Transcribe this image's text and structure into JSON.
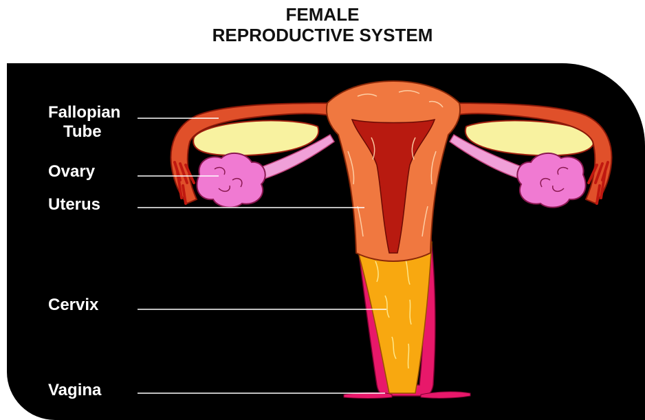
{
  "title": {
    "line1": "FEMALE",
    "line2": "REPRODUCTIVE SYSTEM"
  },
  "labels": {
    "fallopian_line1": "Fallopian",
    "fallopian_line2": "Tube",
    "ovary": "Ovary",
    "uterus": "Uterus",
    "cervix": "Cervix",
    "vagina": "Vagina"
  },
  "colors": {
    "background": "#000000",
    "text": "#ffffff",
    "uterus_wall": "#f07840",
    "uterus_cavity": "#b81a10",
    "fallopian_tube": "#e0502a",
    "ovary": "#f07ad2",
    "ligament_pink": "#f0a0d8",
    "inner_space": "#f8f2a0",
    "cervix": "#f8a810",
    "vaginal_wall": "#e8186a"
  }
}
